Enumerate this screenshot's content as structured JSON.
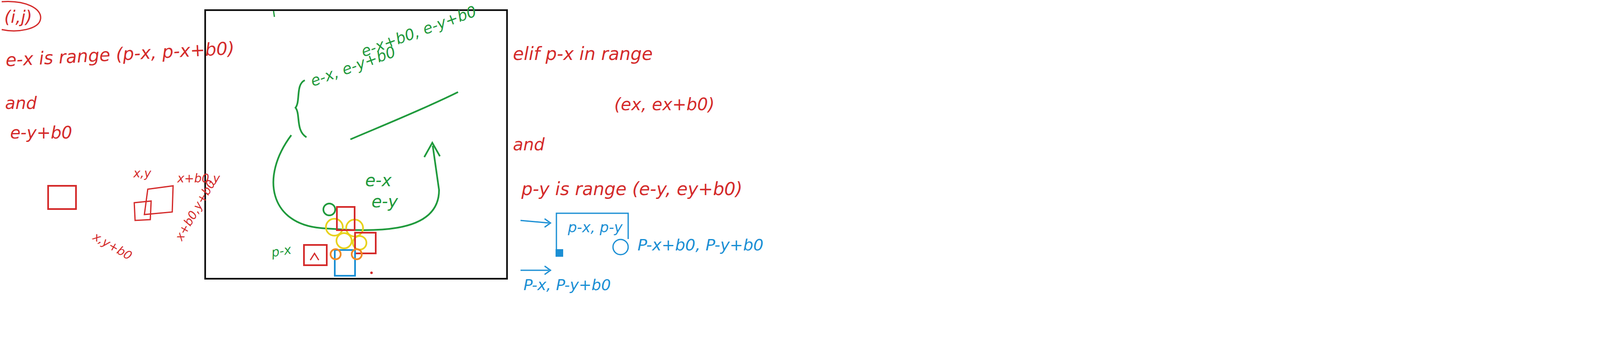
{
  "diagram": {
    "labels": [
      "(i,j)",
      "e-x is range (p-x, p-x+b0)",
      "and",
      "e-y+b0",
      "x,y",
      "x+b0,y",
      "x+b0,y+b0",
      "x,y+b0",
      "e-x, e-y+b0",
      "e-x+b0, e-y+b0",
      "e-x",
      "e-y",
      "p-x",
      "elif p-x in range",
      "(ex, ex+b0)",
      "and",
      "p-y is range (e-y, ey+b0)",
      "p-x, p-y",
      "P-x+b0, P-y+b0",
      "P-x, P-y+b0"
    ]
  }
}
